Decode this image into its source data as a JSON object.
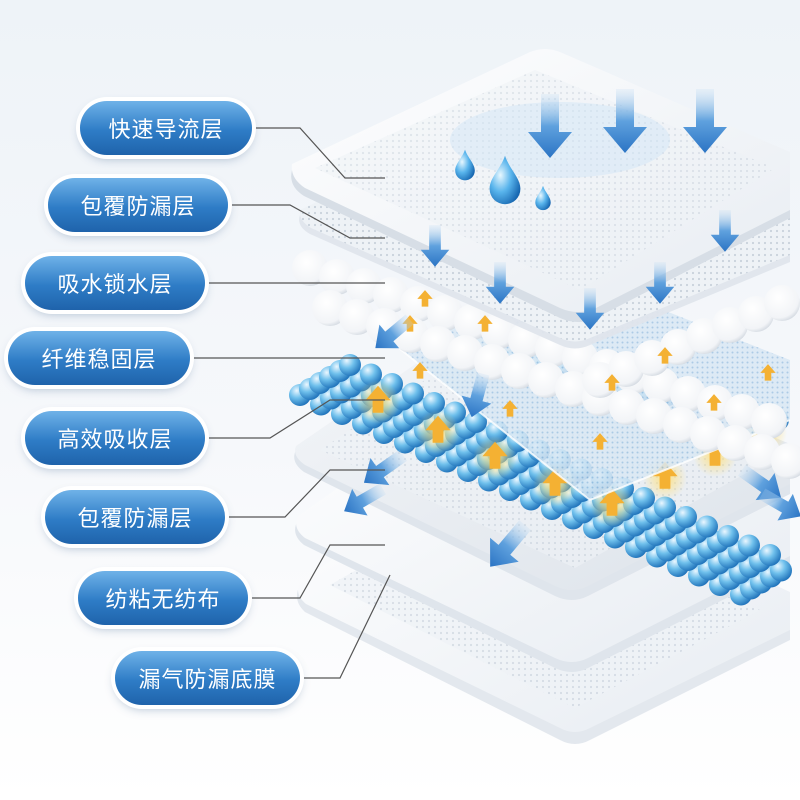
{
  "diagram": {
    "layers": [
      {
        "label": "快速导流层"
      },
      {
        "label": "包覆防漏层"
      },
      {
        "label": "吸水锁水层"
      },
      {
        "label": "纤维稳固层"
      },
      {
        "label": "高效吸收层"
      },
      {
        "label": "包覆防漏层"
      },
      {
        "label": "纺粘无纺布"
      },
      {
        "label": "漏气防漏底膜"
      }
    ],
    "colors": {
      "pill": "#2e7cc6",
      "flow_arrow": "#3a86d4",
      "absorb_arrow": "#f4b133",
      "bead": "#5fb4e6",
      "sheet": "#ffffff",
      "leader_line": "#555555"
    },
    "icons": [
      "water-drop-icon",
      "flow-arrow-icon",
      "absorb-arrow-icon"
    ]
  }
}
